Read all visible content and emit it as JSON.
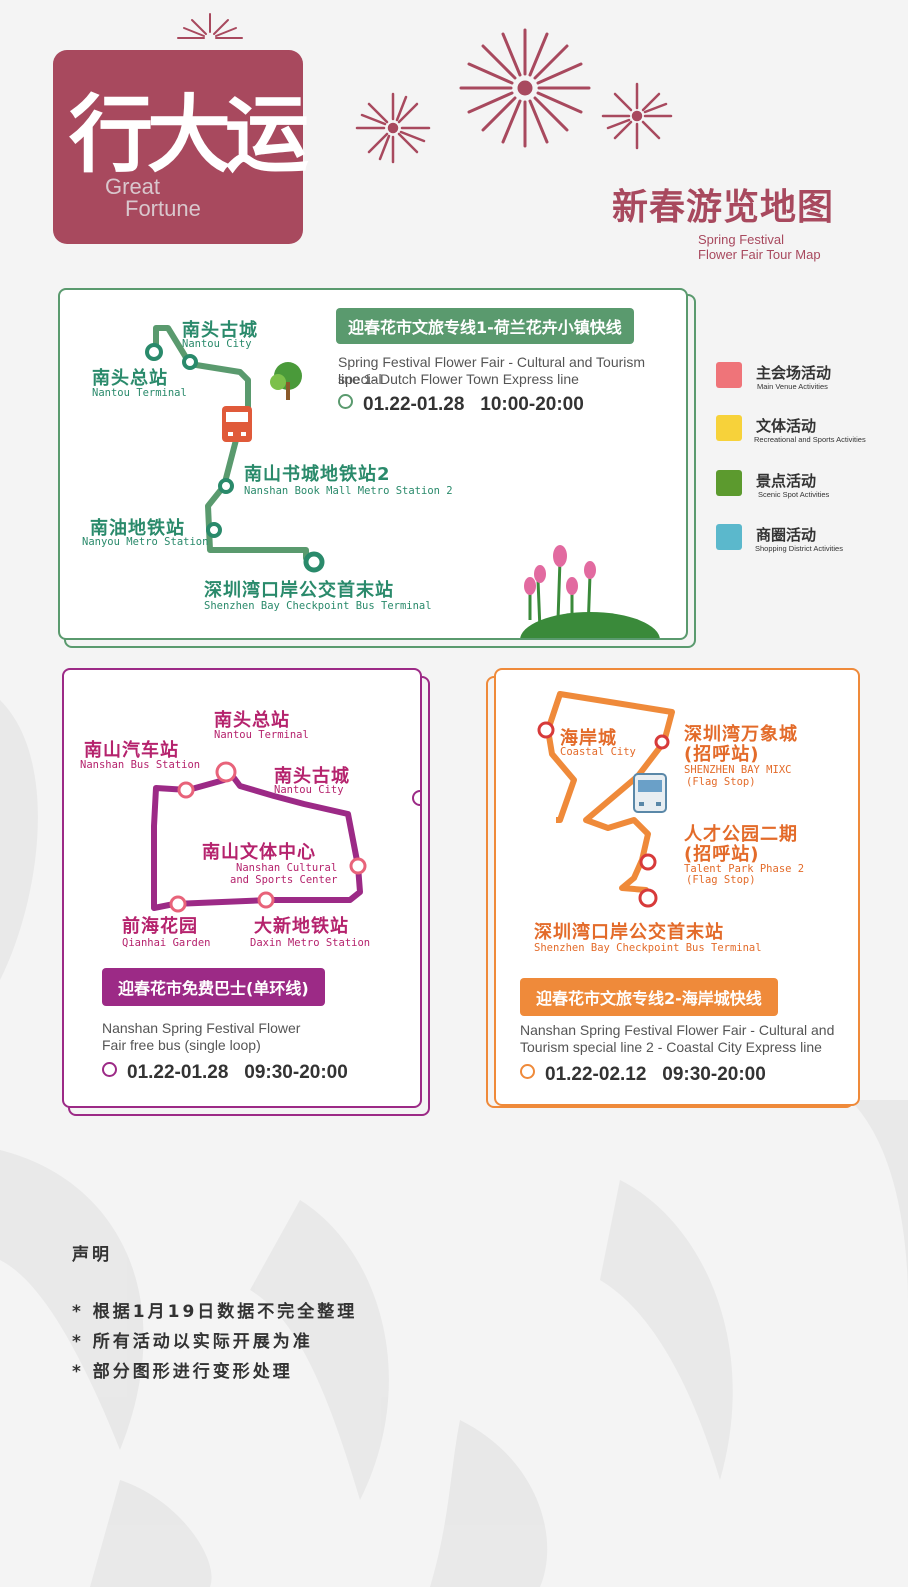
{
  "logo": {
    "zh": "行大运",
    "en_line1": "Great",
    "en_line2": "Fortune"
  },
  "header": {
    "title": "新春游览地图",
    "subtitle_line1": "Spring Festival",
    "subtitle_line2": "Flower Fair Tour Map"
  },
  "colors": {
    "brand": "#a8495e",
    "green": "#5a9a6e",
    "purple": "#9c2a86",
    "orange": "#ef8a3a",
    "pink": "#e8637a"
  },
  "legend": [
    {
      "zh": "主会场活动",
      "en": "Main Venue Activities",
      "color": "#ef7479"
    },
    {
      "zh": "文体活动",
      "en": "Recreational and Sports Activities",
      "color": "#f7d23a"
    },
    {
      "zh": "景点活动",
      "en": "Scenic Spot Activities",
      "color": "#5c9a2e"
    },
    {
      "zh": "商圈活动",
      "en": "Shopping District Activities",
      "color": "#5bb8cc"
    }
  ],
  "line1": {
    "title": "迎春花市文旅专线1-荷兰花卉小镇快线",
    "desc_line1": "Spring Festival Flower Fair - Cultural and Tourism special",
    "desc_line2": "line 1- Dutch Flower Town Express line",
    "dates": "01.22-01.28",
    "hours": "10:00-20:00",
    "stops": [
      {
        "zh": "南头古城",
        "en": "Nantou City"
      },
      {
        "zh": "南头总站",
        "en": "Nantou Terminal"
      },
      {
        "zh": "南山书城地铁站2",
        "en": "Nanshan Book Mall Metro Station 2"
      },
      {
        "zh": "南油地铁站",
        "en": "Nanyou Metro Station"
      },
      {
        "zh": "深圳湾口岸公交首末站",
        "en": "Shenzhen Bay Checkpoint Bus Terminal"
      }
    ]
  },
  "line_free": {
    "title": "迎春花市免费巴士(单环线)",
    "desc_line1": "Nanshan Spring Festival Flower",
    "desc_line2": "Fair free bus (single loop)",
    "dates": "01.22-01.28",
    "hours": "09:30-20:00",
    "stops": [
      {
        "zh": "南头总站",
        "en": "Nantou Terminal"
      },
      {
        "zh": "南山汽车站",
        "en": "Nanshan Bus Station"
      },
      {
        "zh": "南头古城",
        "en": "Nantou City"
      },
      {
        "zh": "南山文体中心",
        "en_line1": "Nanshan Cultural",
        "en_line2": "and Sports Center"
      },
      {
        "zh": "前海花园",
        "en": "Qianhai Garden"
      },
      {
        "zh": "大新地铁站",
        "en": "Daxin Metro Station"
      }
    ]
  },
  "line2": {
    "title": "迎春花市文旅专线2-海岸城快线",
    "desc_line1": "Nanshan Spring Festival Flower Fair - Cultural and",
    "desc_line2": "Tourism special line 2 - Coastal City Express line",
    "dates": "01.22-02.12",
    "hours": "09:30-20:00",
    "stops": [
      {
        "zh": "海岸城",
        "en": "Coastal City"
      },
      {
        "zh": "深圳湾万象城",
        "zh2": "(招呼站)",
        "en": "SHENZHEN BAY MIXC",
        "en2": "(Flag Stop)"
      },
      {
        "zh": "人才公园二期",
        "zh2": "(招呼站)",
        "en": "Talent Park Phase 2",
        "en2": "(Flag Stop)"
      },
      {
        "zh": "深圳湾口岸公交首末站",
        "en": "Shenzhen Bay Checkpoint Bus Terminal"
      }
    ]
  },
  "notes": {
    "heading": "声明",
    "items": [
      "* 根据1月19日数据不完全整理",
      "* 所有活动以实际开展为准",
      "* 部分图形进行变形处理"
    ]
  }
}
